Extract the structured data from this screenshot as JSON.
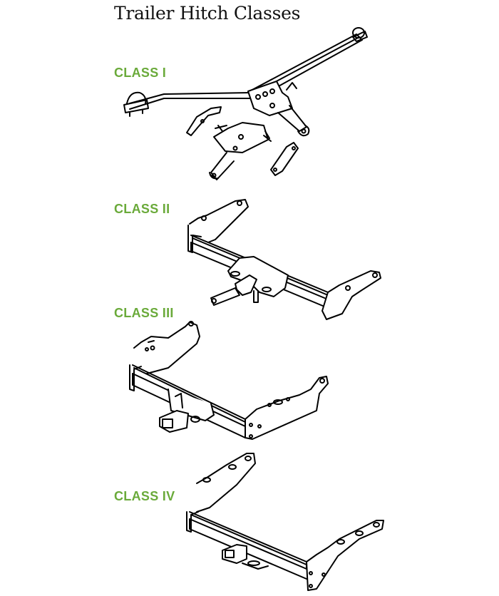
{
  "title": "Trailer Hitch Classes",
  "accent_color": "#6aaa3a",
  "classes": [
    {
      "label": "CLASS I",
      "illustration": "class-1-hitch-drawing"
    },
    {
      "label": "CLASS II",
      "illustration": "class-2-hitch-drawing"
    },
    {
      "label": "CLASS III",
      "illustration": "class-3-hitch-drawing"
    },
    {
      "label": "CLASS IV",
      "illustration": "class-4-hitch-drawing"
    }
  ]
}
